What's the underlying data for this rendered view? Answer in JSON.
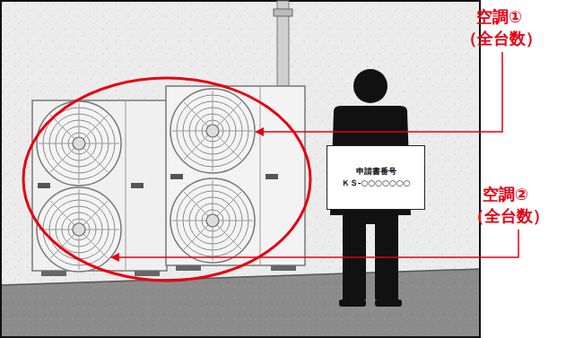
{
  "diagram": {
    "nodes": [
      {
        "text": [
          "申請書番号",
          "ＫＳ-○○○○○○○"
        ]
      }
    ],
    "labels": [
      "空調①",
      "（全台数）",
      "空調②",
      "（全台数）"
    ]
  }
}
